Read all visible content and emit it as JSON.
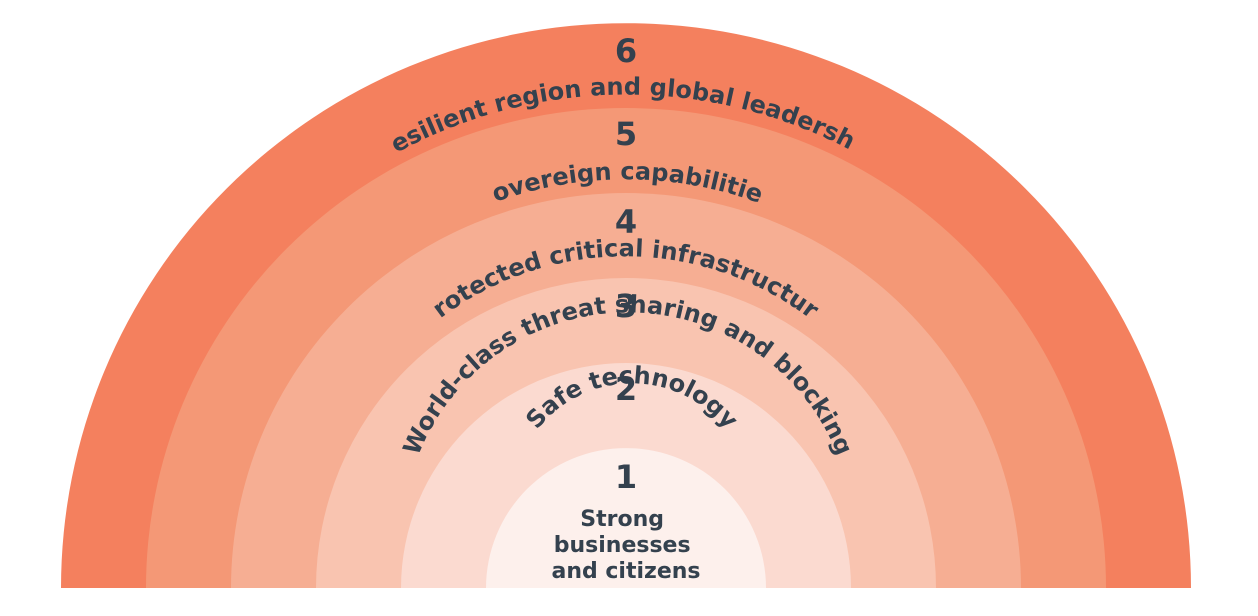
{
  "diagram": {
    "colors": {
      "ring6": "#f4805e",
      "ring5": "#f49876",
      "ring4": "#f6ae93",
      "ring3": "#f9c4b0",
      "ring2": "#fbdad0",
      "ring1": "#fdf0ec",
      "center": "#f8f9fa",
      "text": "#34414e"
    },
    "layers": [
      {
        "number": "1",
        "lines": [
          "Strong",
          "businesses",
          "and citizens"
        ]
      },
      {
        "number": "2",
        "label": "Safe technology"
      },
      {
        "number": "3",
        "label": "World-class threat sharing and blocking"
      },
      {
        "number": "4",
        "label": "Protected critical infrastructure"
      },
      {
        "number": "5",
        "label": "Sovereign capabilities"
      },
      {
        "number": "6",
        "label": "Resilient region and global leadership"
      }
    ]
  }
}
